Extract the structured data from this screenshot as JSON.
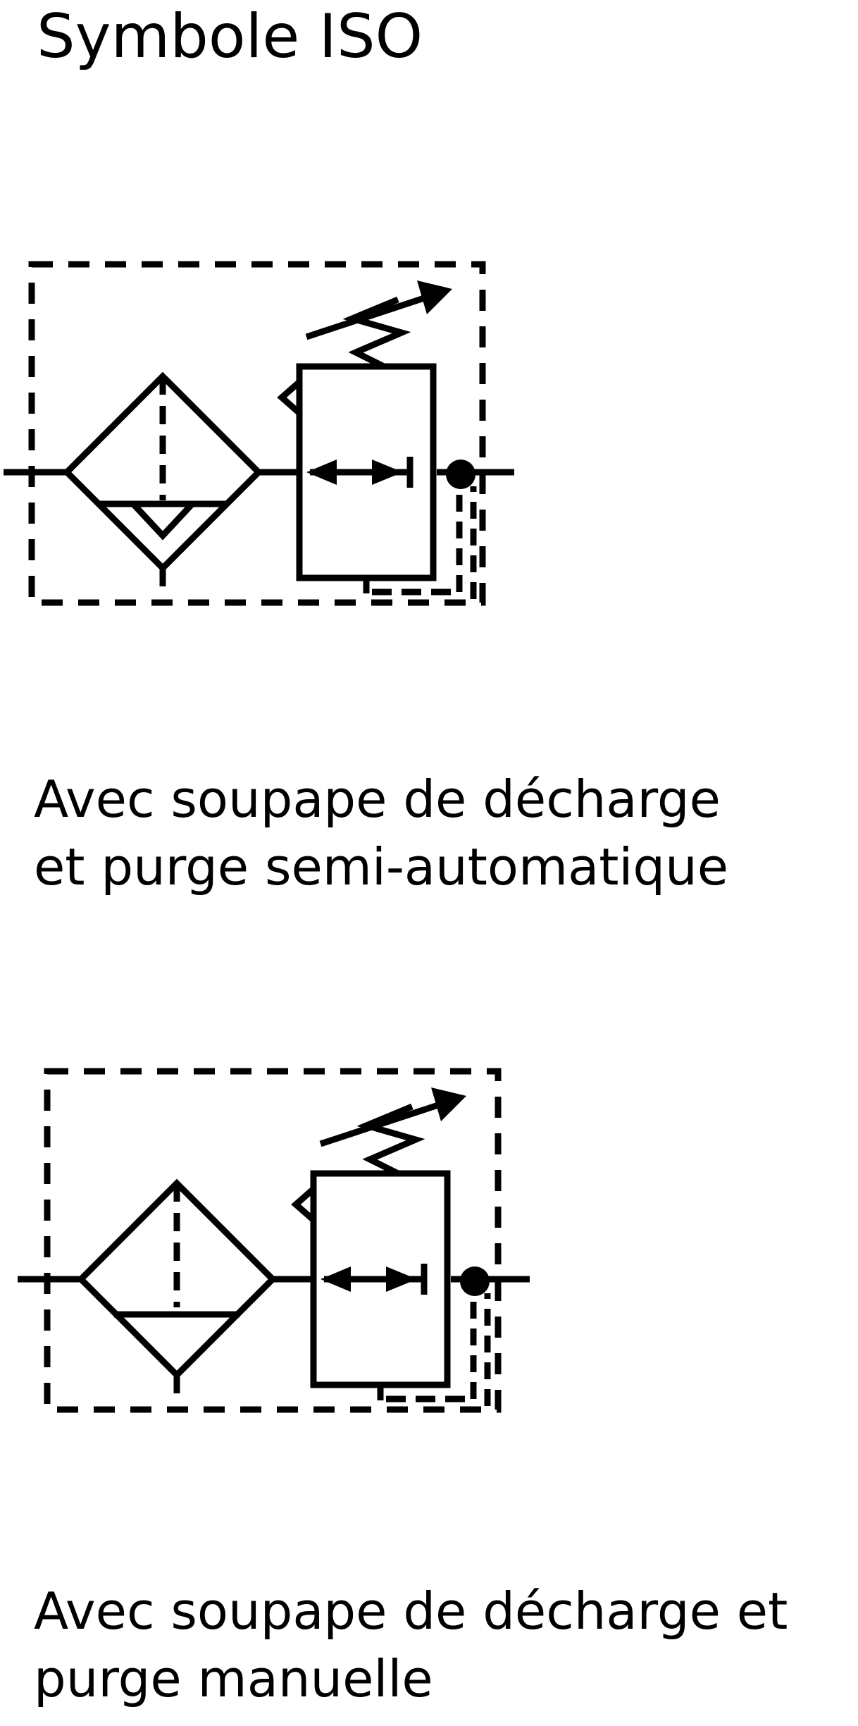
{
  "title": "Symbole ISO",
  "symbols": [
    {
      "drain": "semi-automatic",
      "caption_lines": [
        "Avec soupape de décharge",
        "et purge semi-automatique"
      ]
    },
    {
      "drain": "manual",
      "caption_lines": [
        "Avec soupape de décharge et",
        "purge manuelle"
      ]
    }
  ],
  "colors": {
    "line": "#000000",
    "background": "#ffffff"
  }
}
